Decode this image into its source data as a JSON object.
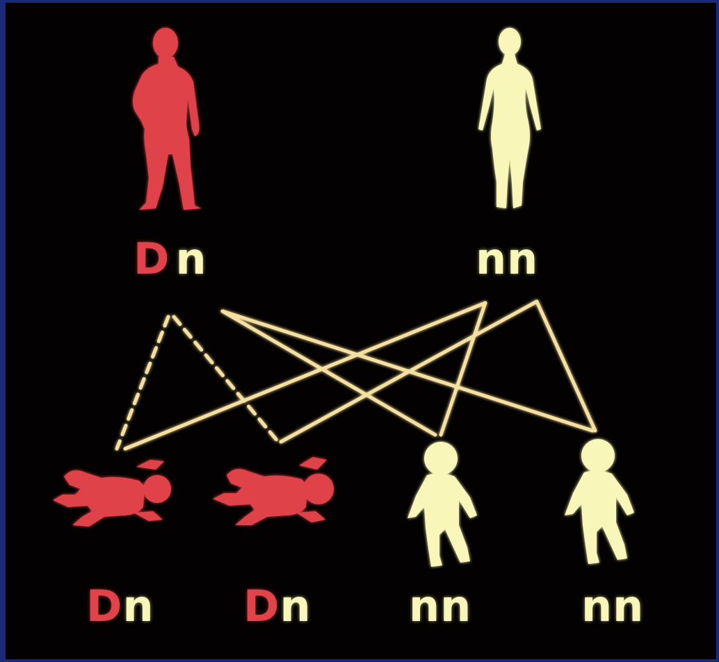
{
  "colors": {
    "border": "#1a2a7a",
    "background": "#030101",
    "dominant": "#e0434a",
    "recessive": "#f8f6b8",
    "line": "#f6e0a0"
  },
  "parents": {
    "father": {
      "icon": "man-silhouette-icon",
      "allele1": "D",
      "allele2": "n"
    },
    "mother": {
      "icon": "woman-silhouette-icon",
      "allele1": "n",
      "allele2": "n"
    }
  },
  "children": [
    {
      "icon": "infant-silhouette-icon",
      "allele1": "D",
      "allele2": "n",
      "affected": true
    },
    {
      "icon": "infant-silhouette-icon",
      "allele1": "D",
      "allele2": "n",
      "affected": true
    },
    {
      "icon": "toddler-silhouette-icon",
      "allele1": "n",
      "allele2": "n",
      "affected": false
    },
    {
      "icon": "toddler-silhouette-icon",
      "allele1": "n",
      "allele2": "n",
      "affected": false
    }
  ]
}
